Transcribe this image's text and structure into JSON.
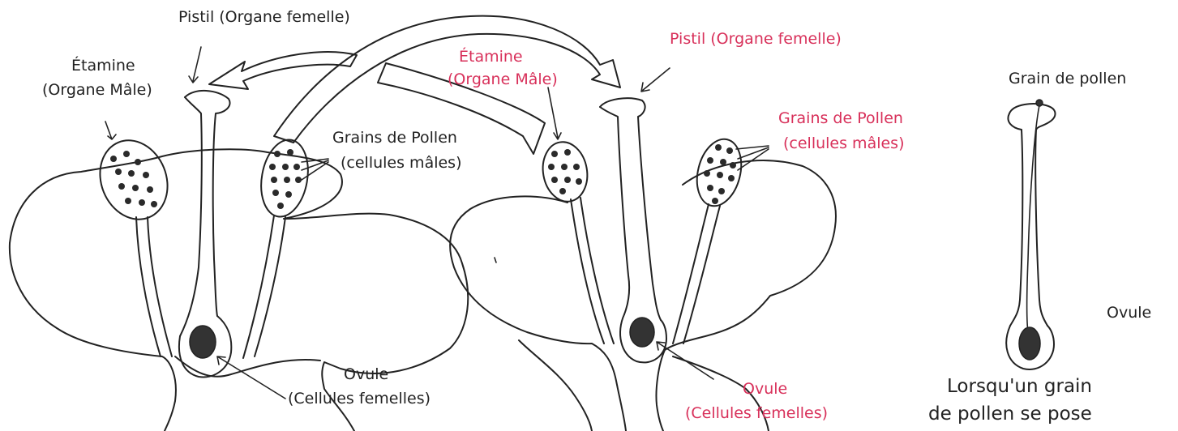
{
  "colors": {
    "ink": "#222222",
    "accent": "#d8305a",
    "background": "#ffffff"
  },
  "left_flower": {
    "pistil_label": "Pistil (Organe femelle)",
    "stamen_label_line1": "Étamine",
    "stamen_label_line2": "(Organe Mâle)",
    "pollen_label_line1": "Grains de Pollen",
    "pollen_label_line2": "(cellules mâles)",
    "ovule_label_line1": "Ovule",
    "ovule_label_line2": "(Cellules femelles)"
  },
  "right_flower": {
    "pistil_label": "Pistil (Organe femelle)",
    "stamen_label_line1": "Étamine",
    "stamen_label_line2": "(Organe Mâle)",
    "pollen_label_line1": "Grains de Pollen",
    "pollen_label_line2": "(cellules mâles)",
    "ovule_label_line1": "Ovule",
    "ovule_label_line2": "(Cellules femelles)"
  },
  "pistil_detail": {
    "pollen_grain_label": "Grain de pollen",
    "ovule_label": "Ovule",
    "caption_line1": "Lorsqu'un grain",
    "caption_line2": "de pollen se pose"
  }
}
